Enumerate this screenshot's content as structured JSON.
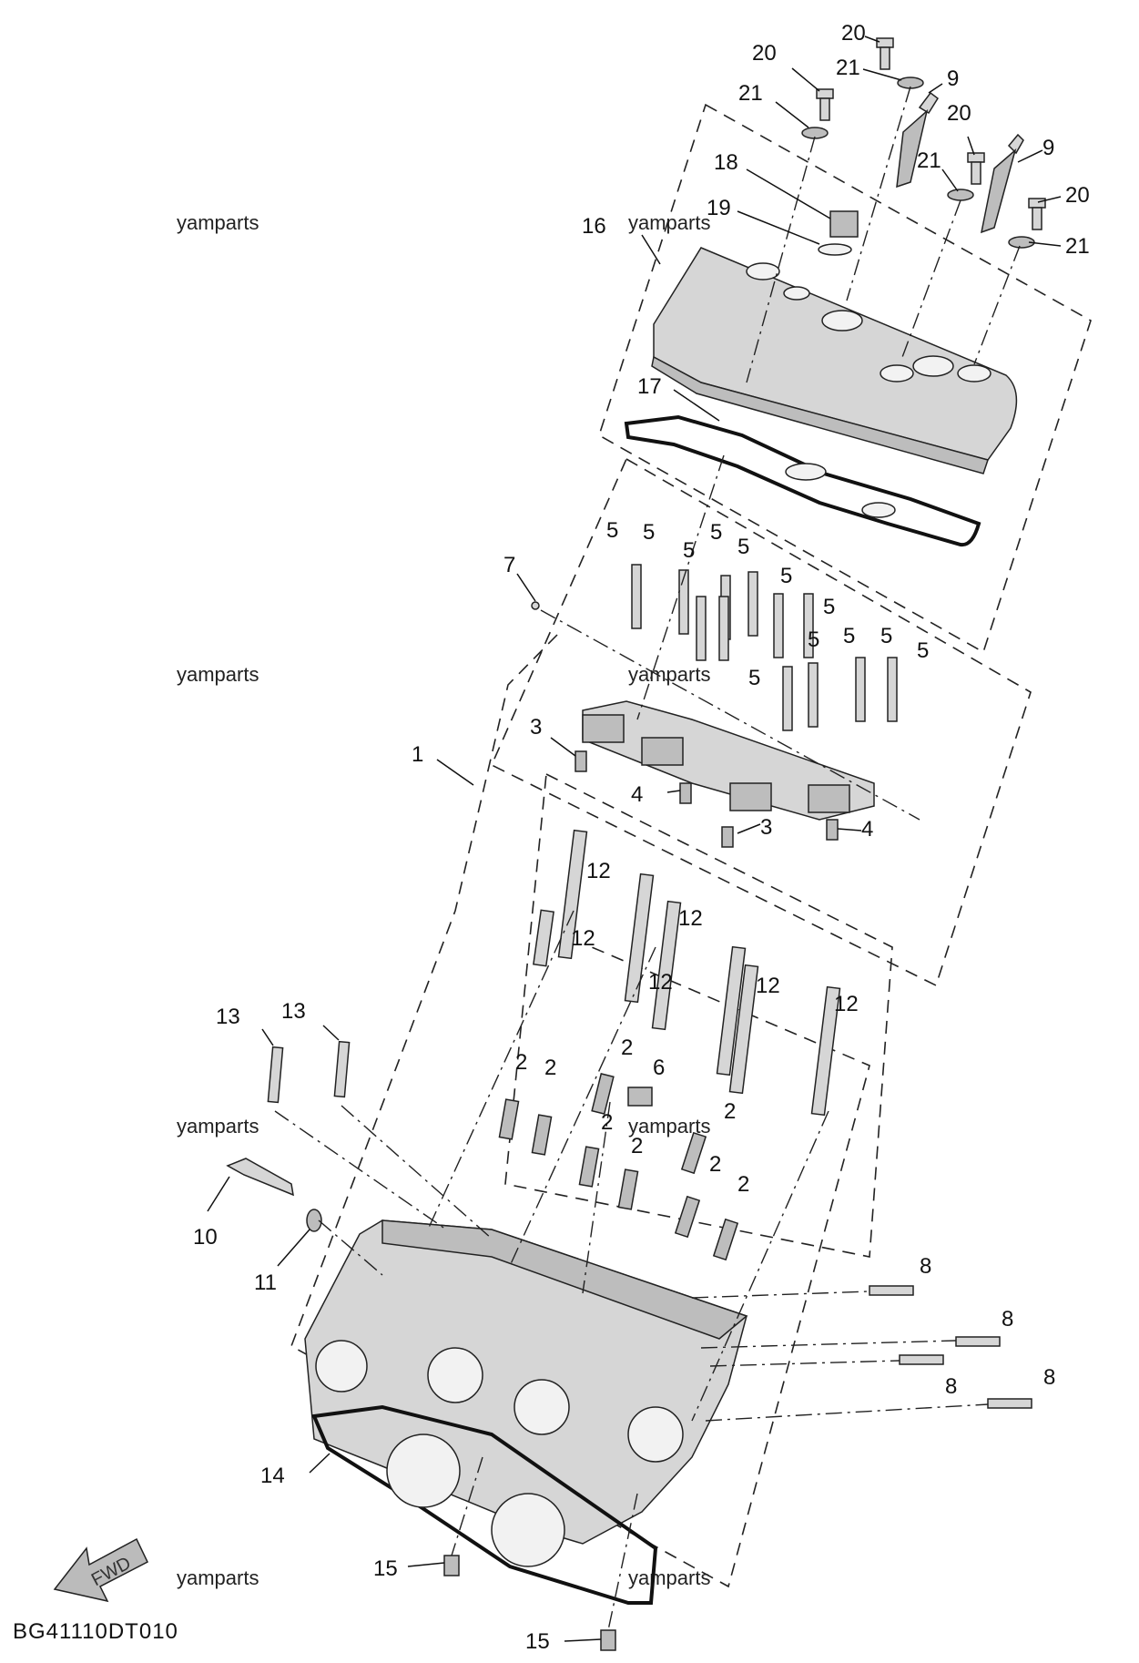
{
  "watermarks": [
    "yamparts",
    "yamparts",
    "yamparts",
    "yamparts",
    "yamparts",
    "yamparts",
    "yamparts",
    "yamparts"
  ],
  "diagram_code": "BG41110DT010",
  "fwd_label": "FWD",
  "callouts": {
    "c20a": "20",
    "c20b": "20",
    "c20c": "20",
    "c20d": "20",
    "c21a": "21",
    "c21b": "21",
    "c21c": "21",
    "c21d": "21",
    "c9a": "9",
    "c9b": "9",
    "c18": "18",
    "c19": "19",
    "c16": "16",
    "c17": "17",
    "c7": "7",
    "c1": "1",
    "c5a": "5",
    "c5b": "5",
    "c5c": "5",
    "c5d": "5",
    "c5e": "5",
    "c5f": "5",
    "c5g": "5",
    "c5h": "5",
    "c5i": "5",
    "c5j": "5",
    "c5k": "5",
    "c5l": "5",
    "c3a": "3",
    "c3b": "3",
    "c4a": "4",
    "c4b": "4",
    "c12a": "12",
    "c12b": "12",
    "c12c": "12",
    "c12d": "12",
    "c12e": "12",
    "c12f": "12",
    "c13a": "13",
    "c13b": "13",
    "c2a": "2",
    "c2b": "2",
    "c2c": "2",
    "c2d": "2",
    "c2e": "2",
    "c2f": "2",
    "c2g": "2",
    "c2h": "2",
    "c6": "6",
    "c10": "10",
    "c11": "11",
    "c8a": "8",
    "c8b": "8",
    "c8c": "8",
    "c8d": "8",
    "c14": "14",
    "c15a": "15",
    "c15b": "15"
  }
}
